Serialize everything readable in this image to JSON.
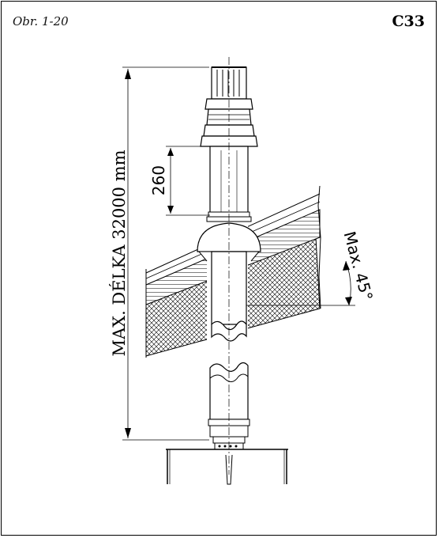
{
  "figure": {
    "label": "Obr. 1-20",
    "type_code": "C33"
  },
  "dimensions": {
    "max_length_label": "MAX. DÉLKA 32000 mm",
    "terminal_length": "260",
    "max_angle": "Max. 45°"
  },
  "colors": {
    "line": "#000000",
    "background": "#ffffff"
  }
}
